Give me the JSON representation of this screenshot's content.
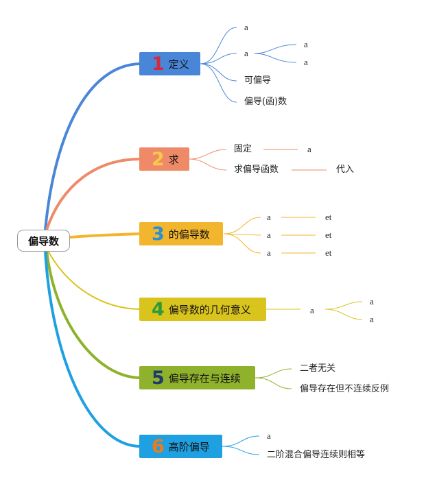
{
  "root": {
    "label": "偏导数"
  },
  "topics": [
    {
      "number": "1",
      "label": "定义",
      "color": "#4a86d8",
      "number_color": "#d62a3c"
    },
    {
      "number": "2",
      "label": "求",
      "color": "#ef8a68",
      "number_color": "#f7c948"
    },
    {
      "number": "3",
      "label": "的偏导数",
      "color": "#f1b62d",
      "number_color": "#2a8fd6"
    },
    {
      "number": "4",
      "label": "偏导数的几何意义",
      "color": "#d9c41e",
      "number_color": "#2a9a3a"
    },
    {
      "number": "5",
      "label": "偏导存在与连续",
      "color": "#8fb22c",
      "number_color": "#1f3a6e"
    },
    {
      "number": "6",
      "label": "高阶偏导",
      "color": "#1fa0e0",
      "number_color": "#f07a1a"
    }
  ],
  "t1": {
    "a1": "a",
    "a2": "a",
    "a2_c1": "a",
    "a2_c2": "a",
    "c3": "可偏导",
    "c4": "偏导(函)数"
  },
  "t2": {
    "c1": "固定",
    "c1_r": "a",
    "c2": "求偏导函数",
    "c2_r": "代入"
  },
  "t3": {
    "r1_l": "a",
    "r1_r": "et",
    "r2_l": "a",
    "r2_r": "et",
    "r3_l": "a",
    "r3_r": "et"
  },
  "t4": {
    "a": "a",
    "a_c1": "a",
    "a_c2": "a"
  },
  "t5": {
    "c1": "二者无关",
    "c2": "偏导存在但不连续反例"
  },
  "t6": {
    "c1": "a",
    "c2": "二阶混合偏导连续则相等"
  }
}
